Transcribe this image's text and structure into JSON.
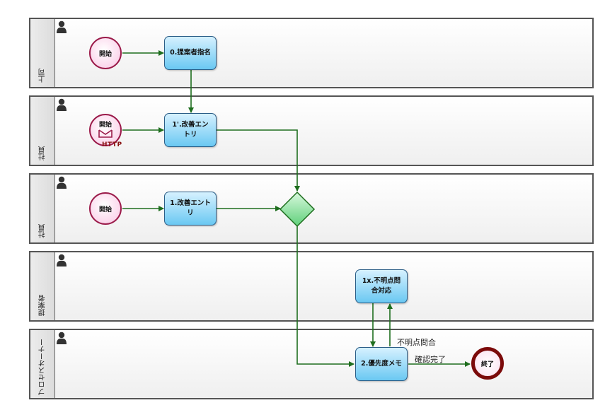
{
  "lanes": [
    {
      "name": "上司"
    },
    {
      "name": "社員"
    },
    {
      "name": "社員"
    },
    {
      "name": "提案者"
    },
    {
      "name": "プロセスオーナー"
    }
  ],
  "events": {
    "start_1": "開始",
    "start_2": "開始",
    "start_2_badge": "HTTP",
    "start_3": "開始",
    "end": "終了"
  },
  "tasks": {
    "t0": "0.提案者指名",
    "t1p": "1'.改善エントリ",
    "t1": "1.改善エントリ",
    "t1x": "1x.不明点問合対応",
    "t2": "2.優先度メモ"
  },
  "flow_labels": {
    "inquiry": "不明点問合",
    "confirmed": "確認完了"
  },
  "colors": {
    "flow": "#1e6e1e",
    "task_fill": "#6ac8f2",
    "event_border": "#9b1b4a",
    "gateway_fill": "#7be08f"
  }
}
